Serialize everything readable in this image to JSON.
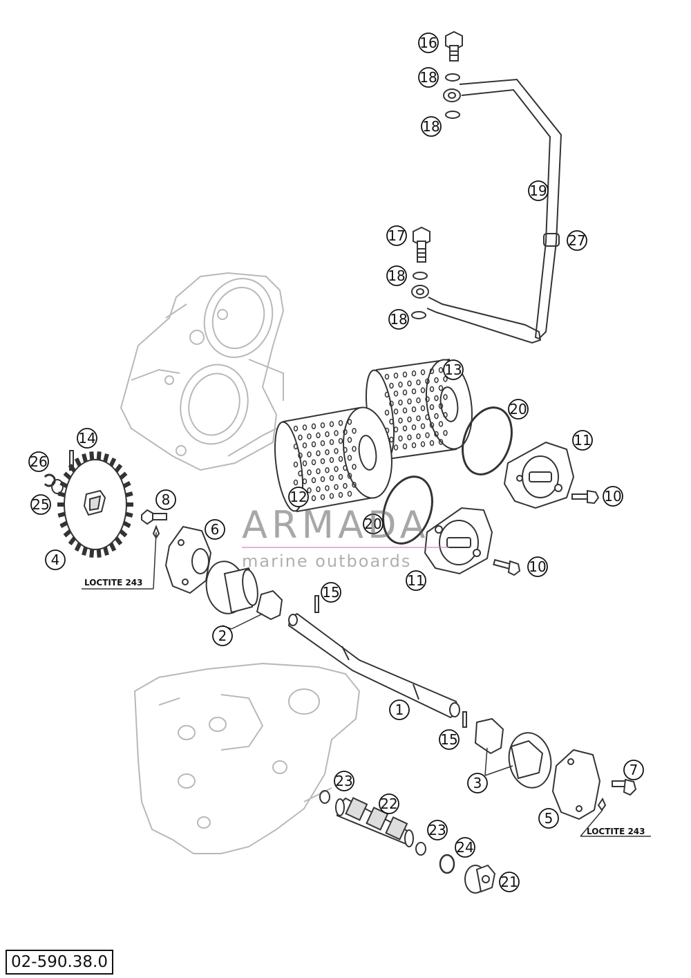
{
  "document": {
    "reference_code": "02-590.38.0",
    "loctite_labels": [
      "LOCTITE 243",
      "LOCTITE 243"
    ]
  },
  "watermark": {
    "brand": "ARMADA",
    "tagline": "marine outboards",
    "accent_color": "#d670aa"
  },
  "callouts": [
    "16",
    "18",
    "18",
    "19",
    "17",
    "27",
    "18",
    "18",
    "13",
    "20",
    "11",
    "10",
    "12",
    "20",
    "11",
    "10",
    "14",
    "26",
    "25",
    "8",
    "6",
    "4",
    "15",
    "2",
    "1",
    "15",
    "3",
    "7",
    "23",
    "22",
    "5",
    "23",
    "24",
    "21"
  ],
  "colors": {
    "line": "#333333",
    "light_line": "#b8b8b8",
    "background": "#ffffff"
  }
}
